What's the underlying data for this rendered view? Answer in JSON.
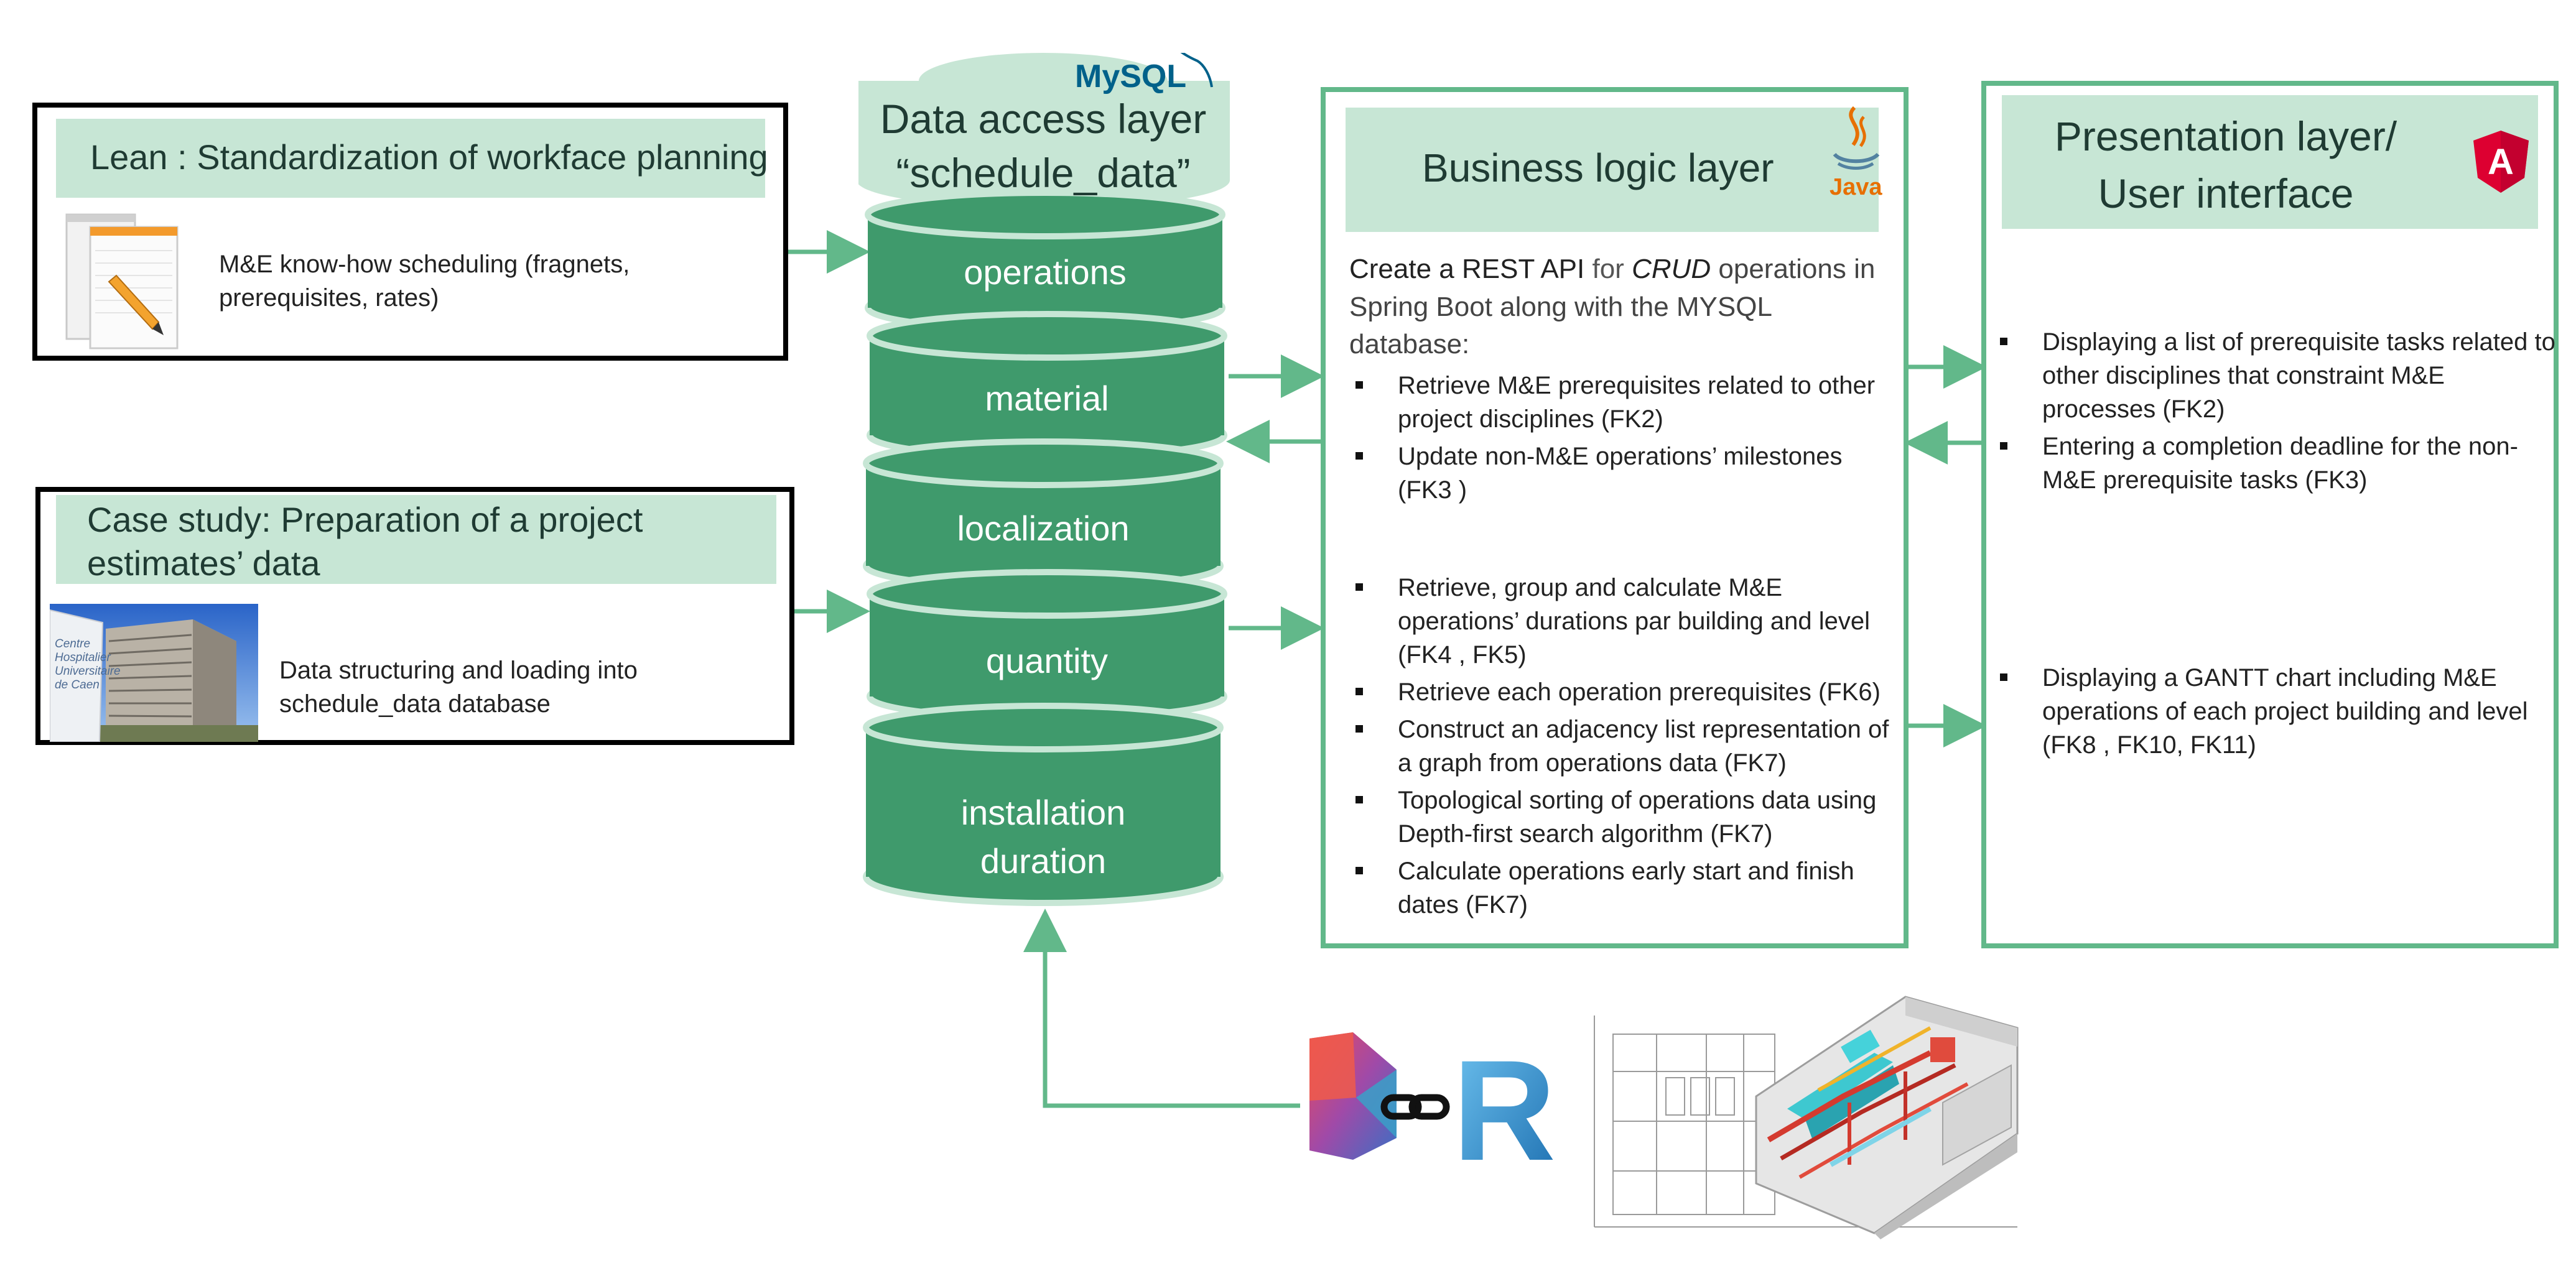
{
  "lean": {
    "title": "Lean : Standardization of workface planning",
    "text_line1": "M&E know-how scheduling (fragnets,",
    "text_line2": "prerequisites, rates)"
  },
  "case_study": {
    "title_line1": "Case study: Preparation of a project",
    "title_line2": "estimates’ data",
    "text_line1": "Data structuring and loading into",
    "text_line2": "schedule_data database",
    "photo_sign_lines": [
      "Centre",
      "Hospitalier",
      "Universitaire",
      "de Caen"
    ]
  },
  "data_layer": {
    "title_line1": "Data access layer",
    "title_line2": "“schedule_data”",
    "logo": "MySQL",
    "tables": [
      "operations",
      "material",
      "localization",
      "quantity"
    ],
    "last_table_line1": "installation",
    "last_table_line2": "duration"
  },
  "business": {
    "title": "Business logic layer",
    "logo": "Java",
    "intro_1": "Create a REST API ",
    "intro_2": "for ",
    "intro_em": "CRUD",
    "intro_3": " operations in Spring Boot along with the MYSQL database:",
    "group1": [
      "Retrieve M&E prerequisites related to other project disciplines (FK2)",
      "Update non-M&E operations’ milestones (FK3 )"
    ],
    "group2": [
      "Retrieve, group and calculate M&E operations’ durations par building and level (FK4 , FK5)",
      "Retrieve each operation prerequisites (FK6)",
      "Construct an adjacency list representation of a graph from operations data (FK7)",
      "Topological sorting of operations data using Depth-first search algorithm (FK7)",
      "Calculate operations early start and finish dates (FK7)"
    ]
  },
  "presentation": {
    "title_line1": "Presentation layer/",
    "title_line2": "User interface",
    "logo": "A",
    "group1": [
      "Displaying a list of prerequisite tasks related to other disciplines that constraint M&E processes (FK2)",
      "Entering a completion deadline for the non-M&E prerequisite tasks (FK3)"
    ],
    "group2": [
      "Displaying a GANTT chart including M&E operations of each project building and level (FK8 , FK10, FK11)"
    ]
  },
  "tools": {
    "revit_letter": "R"
  },
  "colors": {
    "green_line": "#62b88a",
    "green_band": "#c7e6d5",
    "cylinder": "#3f9a6c"
  }
}
